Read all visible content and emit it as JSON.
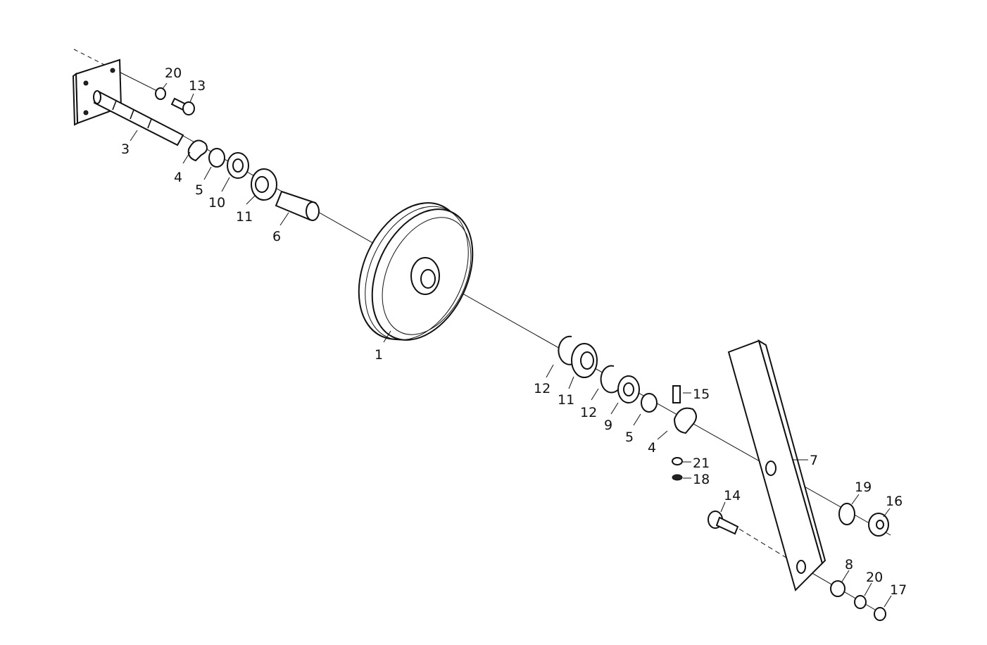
{
  "callouts": {
    "c1": "1",
    "c3": "3",
    "c4a": "4",
    "c4b": "4",
    "c5a": "5",
    "c5b": "5",
    "c6": "6",
    "c7": "7",
    "c8": "8",
    "c9": "9",
    "c10": "10",
    "c11a": "11",
    "c11b": "11",
    "c12a": "12",
    "c12b": "12",
    "c13": "13",
    "c14": "14",
    "c15": "15",
    "c16": "16",
    "c17": "17",
    "c18": "18",
    "c19": "19",
    "c20a": "20",
    "c20b": "20",
    "c21": "21"
  }
}
